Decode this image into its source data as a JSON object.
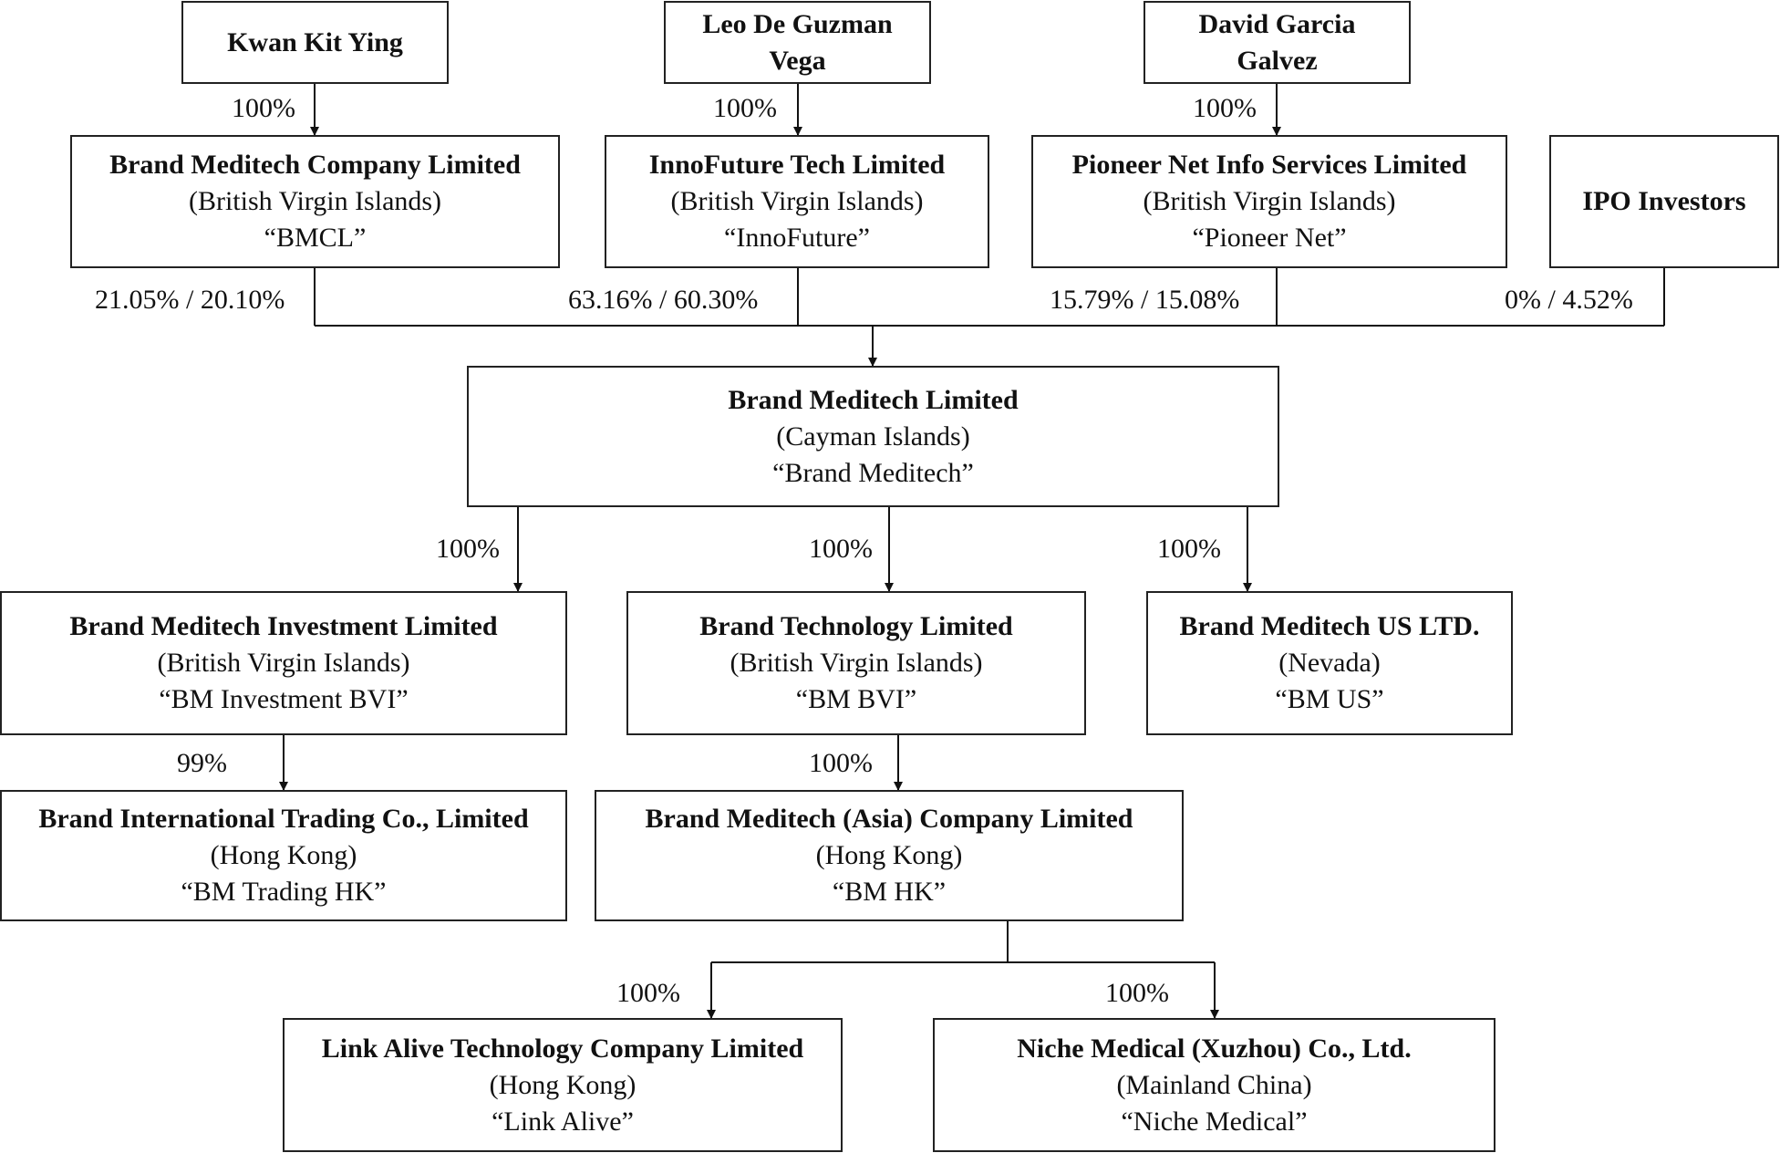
{
  "owners": {
    "kwan": {
      "name": "Kwan Kit Ying"
    },
    "leo": {
      "name1": "Leo De Guzman",
      "name2": "Vega"
    },
    "david": {
      "name1": "David Garcia",
      "name2": "Galvez"
    }
  },
  "holdcos": {
    "bmcl": {
      "name": "Brand Meditech Company Limited",
      "jurisdiction": "(British Virgin Islands)",
      "alias": "“BMCL”"
    },
    "innofuture": {
      "name": "InnoFuture Tech Limited",
      "jurisdiction": "(British Virgin Islands)",
      "alias": "“InnoFuture”"
    },
    "pioneer": {
      "name": "Pioneer Net Info Services Limited",
      "jurisdiction": "(British Virgin Islands)",
      "alias": "“Pioneer Net”"
    },
    "ipo": {
      "name": "IPO Investors"
    }
  },
  "parent": {
    "name": "Brand Meditech Limited",
    "jurisdiction": "(Cayman Islands)",
    "alias": "“Brand Meditech”"
  },
  "subsidiaries": {
    "investment": {
      "name": "Brand Meditech Investment Limited",
      "jurisdiction": "(British Virgin Islands)",
      "alias": "“BM Investment BVI”"
    },
    "technology": {
      "name": "Brand Technology Limited",
      "jurisdiction": "(British Virgin Islands)",
      "alias": "“BM BVI”"
    },
    "us": {
      "name": "Brand Meditech US LTD.",
      "jurisdiction": "(Nevada)",
      "alias": "“BM US”"
    },
    "trading": {
      "name": "Brand International Trading Co., Limited",
      "jurisdiction": "(Hong Kong)",
      "alias": "“BM Trading HK”"
    },
    "asia": {
      "name": "Brand Meditech (Asia) Company Limited",
      "jurisdiction": "(Hong Kong)",
      "alias": "“BM HK”"
    },
    "linkalive": {
      "name": "Link Alive Technology Company Limited",
      "jurisdiction": "(Hong Kong)",
      "alias": "“Link Alive”"
    },
    "niche": {
      "name": "Niche Medical (Xuzhou) Co., Ltd.",
      "jurisdiction": "(Mainland China)",
      "alias": "“Niche Medical”"
    }
  },
  "percentages": {
    "kwan_bmcl": "100%",
    "leo_innofuture": "100%",
    "david_pioneer": "100%",
    "bmcl_parent": "21.05% / 20.10%",
    "innofuture_parent": "63.16% / 60.30%",
    "pioneer_parent": "15.79% / 15.08%",
    "ipo_parent": "0% / 4.52%",
    "parent_investment": "100%",
    "parent_technology": "100%",
    "parent_us": "100%",
    "investment_trading": "99%",
    "technology_asia": "100%",
    "asia_linkalive": "100%",
    "asia_niche": "100%"
  }
}
